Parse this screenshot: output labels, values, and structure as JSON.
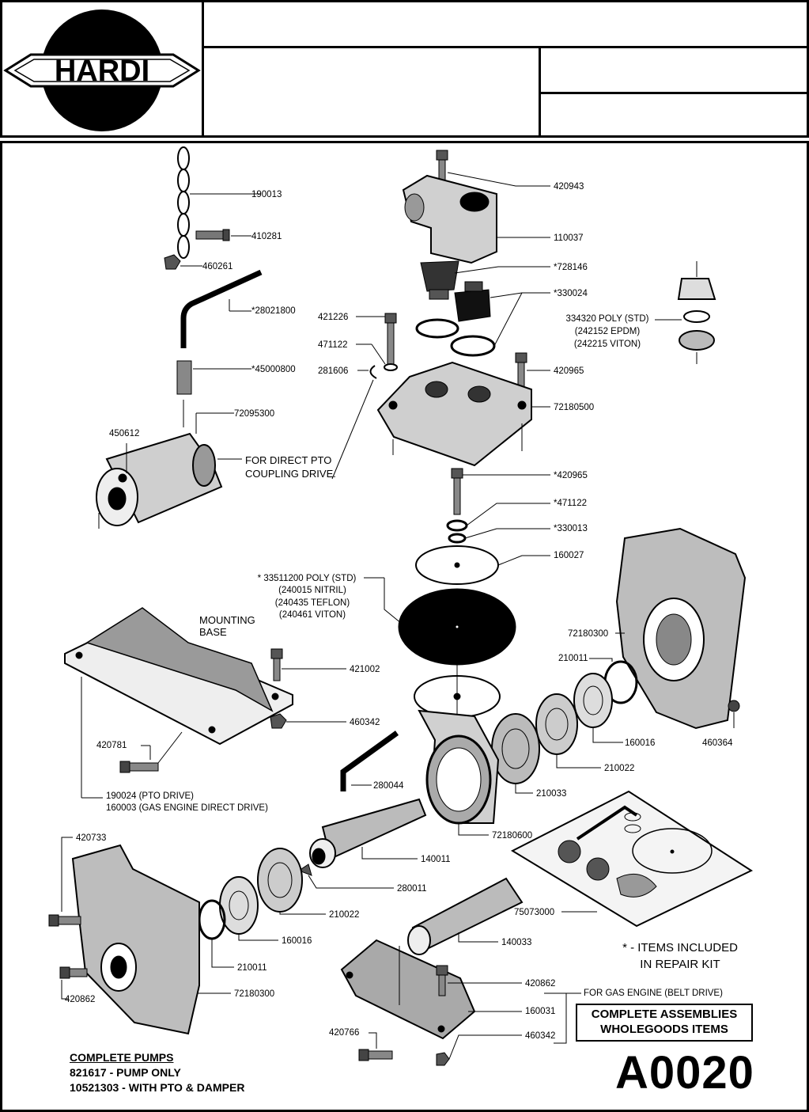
{
  "header": {
    "logo_text": "HARDI",
    "brand_colors": {
      "ink": "#000000",
      "paper": "#ffffff",
      "logo_bg": "#000000"
    }
  },
  "drawing_number": "A0020",
  "parts": {
    "p190013": "190013",
    "p410281": "410281",
    "p460261": "460261",
    "p28021800": "*28021800",
    "p45000800": "*45000800",
    "p72095300": "72095300",
    "p450612": "450612",
    "p420943": "420943",
    "p110037": "110037",
    "p728146": "*728146",
    "p330024": "*330024",
    "p334320": "334320 POLY (STD)",
    "p242152": "(242152 EPDM)",
    "p242215": "(242215 VITON)",
    "p421226": "421226",
    "p471122": "471122",
    "p281606": "281606",
    "p420965": "420965",
    "p72180500": "72180500",
    "p420965s": "*420965",
    "p471122s": "*471122",
    "p330013": "*330013",
    "p160027": "160027",
    "p33511200": "* 33511200 POLY (STD)",
    "p240015": "(240015 NITRIL)",
    "p240435": "(240435 TEFLON)",
    "p240461": "(240461 VITON)",
    "p72180300a": "72180300",
    "p210011a": "210011",
    "p421002": "421002",
    "p460342a": "460342",
    "p420781": "420781",
    "p160016a": "160016",
    "p460364": "460364",
    "p210022a": "210022",
    "p280044": "280044",
    "p210033": "210033",
    "p190024": "190024 (PTO DRIVE)",
    "p160003": "160003 (GAS ENGINE DIRECT DRIVE)",
    "p72180600": "72180600",
    "p420733": "420733",
    "p140011": "140011",
    "p280011": "280011",
    "p210022b": "210022",
    "p75073000": "75073000",
    "p160016b": "160016",
    "p140033": "140033",
    "p210011b": "210011",
    "p420862a": "420862",
    "p420862b": "420862",
    "p72180300b": "72180300",
    "p160031": "160031",
    "p420766": "420766",
    "p460342b": "460342"
  },
  "notes": {
    "direct_pto_1": "FOR DIRECT PTO",
    "direct_pto_2": "COUPLING DRIVE.",
    "mounting_1": "MOUNTING",
    "mounting_2": "BASE",
    "repair_1": "* - ITEMS INCLUDED",
    "repair_2": "IN REPAIR KIT",
    "gas_engine": "FOR GAS ENGINE (BELT DRIVE)",
    "assemblies_1": "COMPLETE ASSEMBLIES",
    "assemblies_2": "WHOLEGOODS ITEMS"
  },
  "complete_pumps": {
    "title": "COMPLETE PUMPS",
    "line1": "821617 - PUMP ONLY",
    "line2": "10521303 - WITH PTO & DAMPER"
  }
}
